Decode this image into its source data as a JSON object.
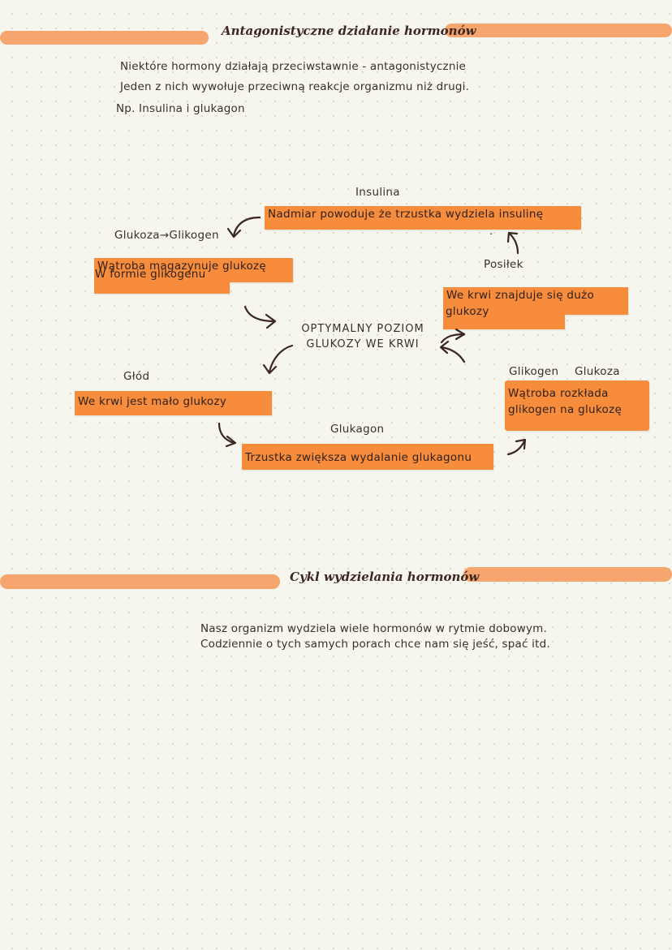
{
  "section1": {
    "title": "Antagonistyczne działanie hormonów",
    "intro_line1": "Niektóre hormony działają przeciwstawnie - antagonistycznie",
    "intro_line2": "Jeden z nich wywołuje przeciwną reakcje organizmu niż drugi.",
    "intro_line3": "Np. Insulina i glukagon"
  },
  "diagram": {
    "insulina_label": "Insulina",
    "insulina_box": "Nadmiar powoduje że trzustka wydziela insulinę",
    "glukoza_glikogen_label": "Glukoza→Glikogen",
    "watroba_box_line1": "Wątroba magazynuje glukozę",
    "watroba_box_line2": "W formie glikogenu",
    "posilek_label": "Posiłek",
    "krew_duzo_line1": "We krwi znajduje się dużo",
    "krew_duzo_line2": "glukozy",
    "center_line1": "OPTYMALNY POZIOM",
    "center_line2": "GLUKOZY WE KRWI",
    "glod_label": "Głód",
    "krew_malo_box": "We krwi jest mało glukozy",
    "glikogen_label": "Glikogen",
    "glukoza_label": "Glukoza",
    "rozklada_line1": "Wątroba rozkłada",
    "rozklada_line2": "glikogen na glukozę",
    "glukagon_label": "Glukagon",
    "glukagon_box": "Trzustka zwiększa wydalanie glukagonu"
  },
  "section2": {
    "title": "Cykl wydzielania hormonów",
    "text_line1": "Nasz organizm wydziela wiele hormonów w rytmie dobowym.",
    "text_line2": "Codziennie o tych samych porach chce nam się jeść, spać itd."
  },
  "colors": {
    "highlight": "#f68c3c",
    "header_bar": "#f6a56e",
    "background": "#f7f6ee",
    "ink": "#3a2e2a"
  }
}
